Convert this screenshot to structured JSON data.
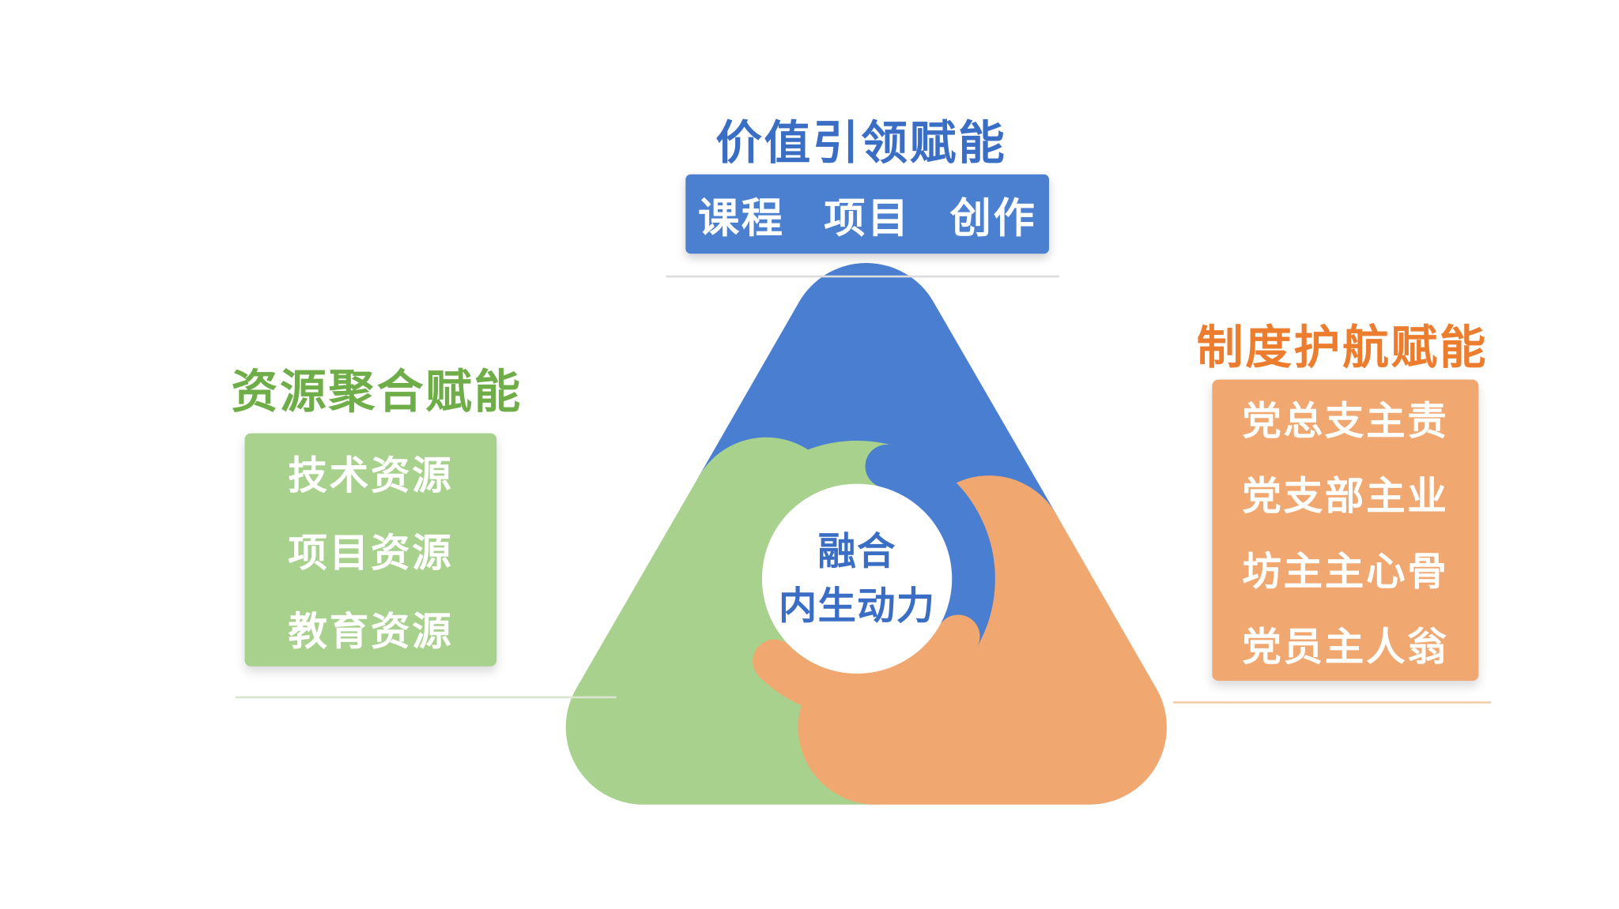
{
  "canvas": {
    "background": "#ffffff"
  },
  "colors": {
    "blue_shape": "#4a7ed0",
    "green_shape": "#a9d18e",
    "orange_shape": "#f0a770",
    "blue_text": "#3a6ec5",
    "green_text": "#6fad49",
    "orange_text": "#ec7d2f",
    "box_text": "#ffffff",
    "center_circle": "#ffffff",
    "divider_top": "#dcdcdc",
    "divider_left": "#d9e5cf",
    "divider_right": "#f3cfa9"
  },
  "top_section": {
    "title": "价值引领赋能",
    "items": [
      "课程",
      "项目",
      "创作"
    ]
  },
  "left_section": {
    "title": "资源聚合赋能",
    "items": [
      "技术资源",
      "项目资源",
      "教育资源"
    ]
  },
  "right_section": {
    "title": "制度护航赋能",
    "items": [
      "党总支主责",
      "党支部主业",
      "坊主主心骨",
      "党员主人翁"
    ]
  },
  "center": {
    "line1": "融合",
    "line2": "内生动力"
  }
}
